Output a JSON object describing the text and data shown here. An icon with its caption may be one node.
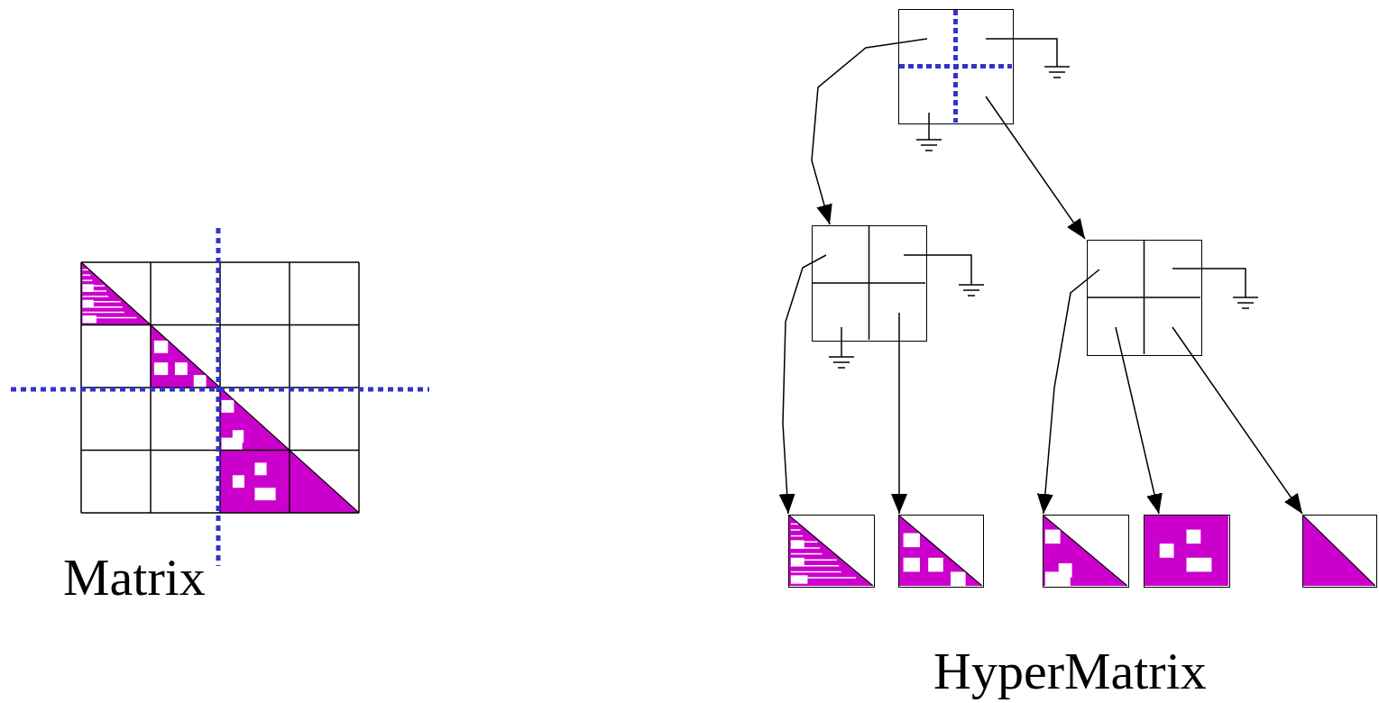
{
  "diagram": {
    "nodes": [
      {
        "text": [],
        "shape": "box"
      },
      {
        "text": [],
        "shape": "box"
      },
      {
        "text": [],
        "shape": "box"
      },
      {
        "text": [],
        "shape": "box"
      },
      {
        "text": [],
        "shape": "box"
      },
      {
        "text": [],
        "shape": "box"
      },
      {
        "text": [],
        "shape": "box"
      },
      {
        "text": [],
        "shape": "box"
      }
    ],
    "edges": [
      {
        "from": 0,
        "to": 1,
        "arrow": "to"
      },
      {
        "from": 0,
        "to": 2,
        "arrow": "to"
      },
      {
        "from": 1,
        "to": 3,
        "arrow": "to"
      },
      {
        "from": 1,
        "to": 4,
        "arrow": "to"
      },
      {
        "from": 2,
        "to": 5,
        "arrow": "to"
      },
      {
        "from": 2,
        "to": 6,
        "arrow": "to"
      },
      {
        "from": 2,
        "to": 7,
        "arrow": "to"
      }
    ],
    "labels": [
      "Matrix",
      "HyperMatrix"
    ]
  }
}
